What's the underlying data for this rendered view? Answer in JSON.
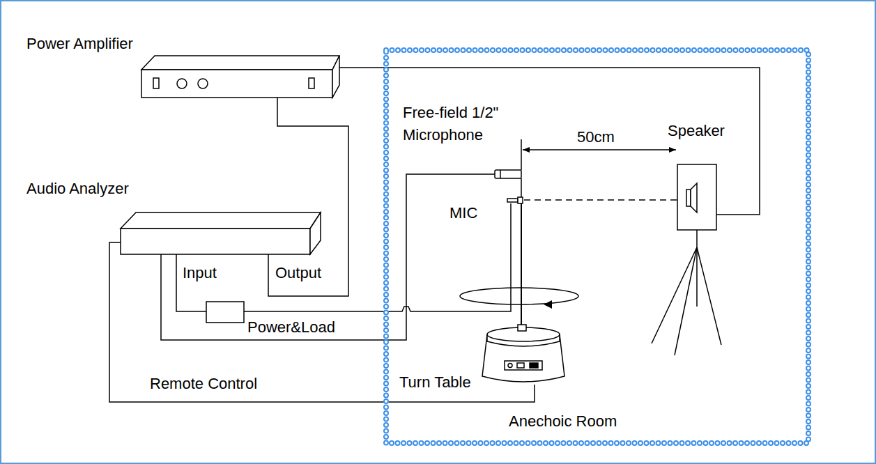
{
  "diagram": {
    "nodes": [
      {
        "text": [
          "Power Amplifier"
        ]
      },
      {
        "text": [
          "Audio Analyzer"
        ]
      },
      {
        "text": [
          "Power&Load"
        ]
      },
      {
        "text": [
          "Anechoic Room"
        ]
      },
      {
        "text": [
          "Free-field 1/2\" Microphone"
        ],
        "in": 3
      },
      {
        "text": [
          "Speaker"
        ],
        "in": 3
      },
      {
        "text": [
          "MIC"
        ],
        "in": 3
      },
      {
        "text": [
          "Turn Table"
        ],
        "in": 3
      }
    ],
    "edges": [
      {
        "from": 0,
        "to": 5,
        "arrow": "none"
      },
      {
        "from": 1,
        "to": 0,
        "arrow": "none"
      },
      {
        "from": 1,
        "to": 2,
        "arrow": "none"
      },
      {
        "from": 2,
        "to": 6,
        "arrow": "none"
      },
      {
        "from": 1,
        "to": 4,
        "arrow": "none"
      },
      {
        "from": 1,
        "to": 7,
        "arrow": "none"
      }
    ],
    "labels": [
      "Input",
      "Output",
      "50cm",
      "Remote Control"
    ]
  }
}
